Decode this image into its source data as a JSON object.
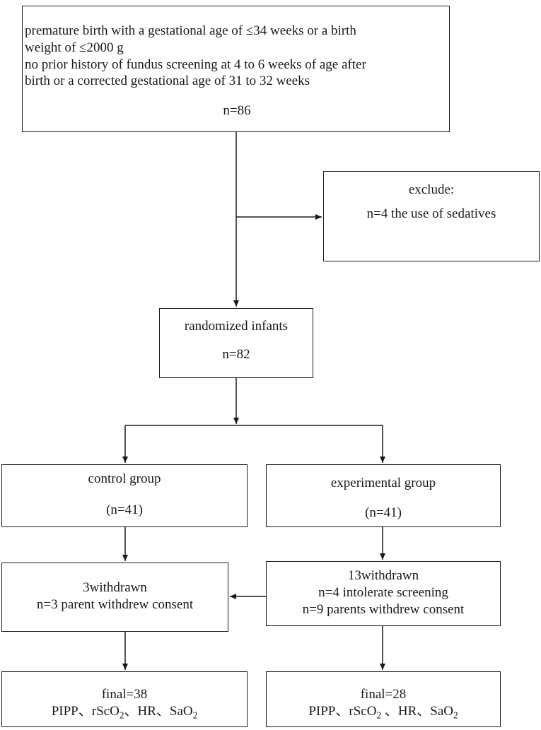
{
  "eligibility": {
    "lines": [
      "premature birth with a gestational age of ≤34 weeks or a birth",
      "weight of ≤2000 g",
      "no prior history of fundus screening at 4 to 6 weeks of age after",
      "birth or a corrected gestational age of 31 to 32 weeks"
    ],
    "count": "n=86"
  },
  "exclusion": {
    "title": "exclude:",
    "detail": "n=4 the use of sedatives"
  },
  "randomized": {
    "title": "randomized infants",
    "count": "n=82"
  },
  "control": {
    "title": "control group",
    "count": "(n=41)",
    "withdrawn_title": "3withdrawn",
    "withdrawn_lines": [
      "n=3 parent withdrew consent"
    ],
    "final": "final=38",
    "measures": {
      "pipp": "PIPP",
      "sep1": "、",
      "rsco": "rScO",
      "sub1": "2",
      "sep2": "、",
      "hr": "HR",
      "sep3": "、",
      "sao": "SaO",
      "sub2": "2"
    }
  },
  "experimental": {
    "title": "experimental group",
    "count": "(n=41)",
    "withdrawn_title": "13withdrawn",
    "withdrawn_lines": [
      "n=4 intolerate screening",
      "n=9 parents  withdrew consent"
    ],
    "final": "final=28",
    "measures": {
      "pipp": "PIPP",
      "sep1": "、",
      "rsco": "rScO",
      "sub1": "2",
      "sep2": " 、",
      "hr": "HR",
      "sep3": "、",
      "sao": "SaO",
      "sub2": "2"
    }
  }
}
